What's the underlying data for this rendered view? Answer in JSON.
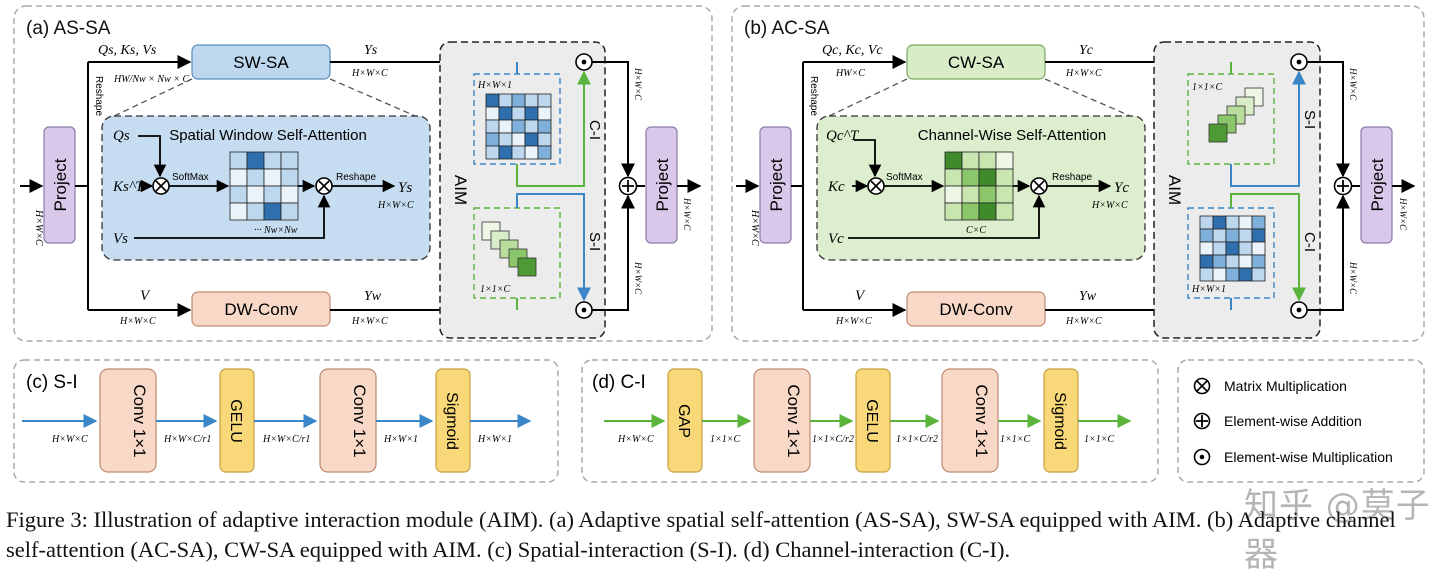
{
  "panels": {
    "a_title": "(a) AS-SA",
    "b_title": "(b) AC-SA",
    "c_title": "(c) S-I",
    "d_title": "(d) C-I"
  },
  "a": {
    "qkv": "Qs, Ks, Vs",
    "qkv_dim": "HW/Nw × Nw × C",
    "reshape": "Reshape",
    "sw_sa": "SW-SA",
    "ys": "Ys",
    "ys_dim": "H×W×C",
    "project": "Project",
    "in_dim": "H×W×C",
    "attn_title": "Spatial Window Self-Attention",
    "q": "Qs",
    "k": "Ks^T",
    "v": "Vs",
    "softmax": "SoftMax",
    "reshape2": "Reshape",
    "attn_out": "Ys",
    "attn_out_dim": "H×W×C",
    "map_dim": "··· Nw×Nw",
    "v_main": "V",
    "v_main_dim": "H×W×C",
    "dwconv": "DW-Conv",
    "yw": "Yw",
    "yw_dim": "H×W×C",
    "aim": "AIM",
    "spatial_map_dim": "H×W×1",
    "channel_map_dim": "1×1×C",
    "ci": "C-I",
    "si": "S-I",
    "right_dim_top": "H×W×C",
    "right_dim_bot": "H×W×C"
  },
  "b": {
    "qkv": "Qc, Kc, Vc",
    "qkv_dim": "HW×C",
    "reshape": "Reshape",
    "cw_sa": "CW-SA",
    "yc": "Yc",
    "yc_dim": "H×W×C",
    "project": "Project",
    "in_dim": "H×W×C",
    "out_dim": "H×W×C",
    "attn_title": "Channel-Wise Self-Attention",
    "q": "Qc^T",
    "k": "Kc",
    "v": "Vc",
    "softmax": "SoftMax",
    "reshape2": "Reshape",
    "attn_out": "Yc",
    "attn_out_dim": "H×W×C",
    "map_dim": "C×C",
    "v_main": "V",
    "v_main_dim": "H×W×C",
    "dwconv": "DW-Conv",
    "yw": "Yw",
    "yw_dim": "H×W×C",
    "aim": "AIM",
    "channel_map_dim": "1×1×C",
    "spatial_map_dim": "H×W×1",
    "si": "S-I",
    "ci": "C-I",
    "right_dim_top": "H×W×C",
    "right_dim_bot": "H×W×C"
  },
  "c": {
    "in_dim": "H×W×C",
    "conv1": "Conv 1×1",
    "d1": "H×W×C/r1",
    "gelu": "GELU",
    "d2": "H×W×C/r1",
    "conv2": "Conv 1×1",
    "d3": "H×W×1",
    "sigmoid": "Sigmoid",
    "d4": "H×W×1"
  },
  "d": {
    "in_dim": "H×W×C",
    "gap": "GAP",
    "d1": "1×1×C",
    "conv1": "Conv 1×1",
    "d2": "1×1×C/r2",
    "gelu": "GELU",
    "d3": "1×1×C/r2",
    "conv2": "Conv 1×1",
    "d4": "1×1×C",
    "sigmoid": "Sigmoid",
    "d5": "1×1×C"
  },
  "legend": {
    "matmul": "Matrix Multiplication",
    "add": "Element-wise Addition",
    "mul": "Element-wise Multiplication"
  },
  "caption": {
    "label": "Figure 3:",
    "text": "Illustration of adaptive interaction module (AIM). (a) Adaptive spatial self-attention (AS-SA), SW-SA equipped with AIM. (b) Adaptive channel self-attention (AC-SA), CW-SA equipped with AIM. (c) Spatial-interaction (S-I). (d) Channel-interaction (C-I)."
  },
  "watermark": "知乎 @莫子器",
  "colors": {
    "blue": "#3a86c6",
    "green": "#5ab43c",
    "sw_sa_fill": "#bcd7ee",
    "cw_sa_fill": "#d8ecc8",
    "project_fill": "#d9c8ea",
    "conv_fill": "#f8d9c8",
    "yellow_fill": "#f8d878",
    "aim_fill": "#ececec"
  }
}
